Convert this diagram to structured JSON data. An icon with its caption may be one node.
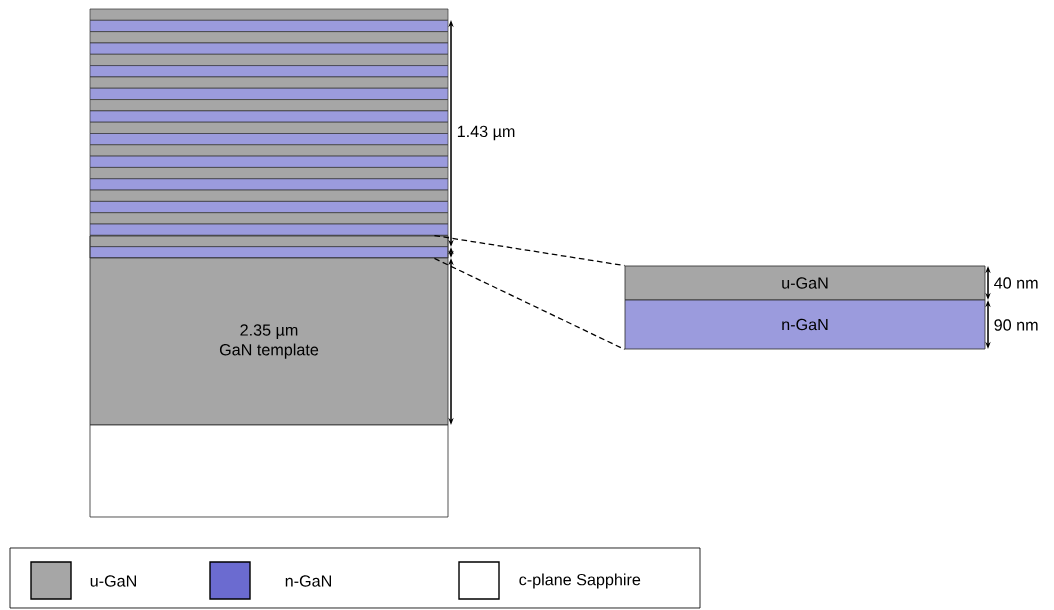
{
  "diagram": {
    "nodes": [
      {
        "text": [],
        "shape": "box"
      },
      {
        "text": [
          "2.35 µm",
          "GaN template"
        ]
      },
      {
        "text": [],
        "shape": "box"
      },
      {
        "text": [
          "u-GaN"
        ]
      },
      {
        "text": [
          "n-GaN"
        ]
      }
    ],
    "edges": [
      {
        "from": 0,
        "to": 3,
        "arrow": "none",
        "style": "dashed"
      },
      {
        "from": 0,
        "to": 4,
        "arrow": "none",
        "style": "dashed"
      }
    ],
    "labels": [
      "1.43 µm",
      "40 nm",
      "90 nm"
    ],
    "legend": [
      {
        "text": "u-GaN",
        "color": "#a6a6a6"
      },
      {
        "text": "n-GaN",
        "color": "#6b6bd0"
      },
      {
        "text": "c-plane Sapphire"
      }
    ]
  }
}
